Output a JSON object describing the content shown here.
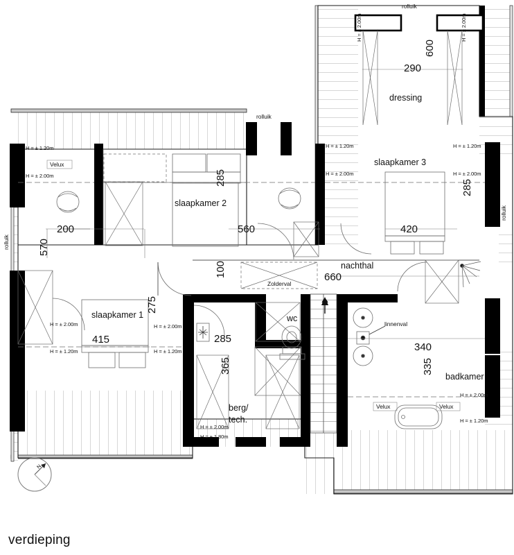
{
  "drawing": {
    "title": "verdieping",
    "type": "floor-plan",
    "language": "nl",
    "compass_label": "N"
  },
  "colors": {
    "wall_solid": "#000000",
    "line": "#1a1a1a",
    "thin_line": "#7a7a7a",
    "hatch": "#9a9a9a",
    "text": "#111111",
    "paper": "#ffffff"
  },
  "rooms": [
    {
      "id": "slaapkamer1",
      "label": "slaapkamer 1"
    },
    {
      "id": "slaapkamer2",
      "label": "slaapkamer 2"
    },
    {
      "id": "slaapkamer3",
      "label": "slaapkamer 3"
    },
    {
      "id": "dressing",
      "label": "dressing"
    },
    {
      "id": "badkamer",
      "label": "badkamer"
    },
    {
      "id": "nachthal",
      "label": "nachthal"
    },
    {
      "id": "wc",
      "label": "wc"
    },
    {
      "id": "bergtech_line1",
      "label": "berg/"
    },
    {
      "id": "bergtech_line2",
      "label": "tech."
    }
  ],
  "dimensions": {
    "slaapkamer1_width": "415",
    "slaapkamer1_depth": "275",
    "slaapkamer2_depth": "285",
    "slaapkamer2_width": "560",
    "slaapkamer3_width": "420",
    "slaapkamer3_depth": "285",
    "dressing_width": "290",
    "dressing_depth": "600",
    "badkamer_width": "340",
    "badkamer_depth": "335",
    "nachthal_width": "660",
    "left_wing_width": "200",
    "left_wing_depth": "570",
    "hall_narrow": "100",
    "wc_width": "285",
    "berg_depth": "365"
  },
  "height_notes": [
    {
      "id": "h120",
      "text": "H = ± 1.20m"
    },
    {
      "id": "h200",
      "text": "H = ± 2.00m"
    },
    {
      "id": "h180",
      "text": "H = ± 1.80m"
    }
  ],
  "feature_labels": {
    "velux": "Velux",
    "rolluik": "rolluik",
    "zolderval": "Zolderval",
    "linnenval": "linnenval"
  },
  "annotations": {
    "rolluik_top_center": "rolluik",
    "rolluik_top_right": "rolluik",
    "rolluik_left_edge": "rolluik",
    "rolluik_right_edge": "rolluik",
    "velux_left": "Velux",
    "velux_bath_a": "Velux",
    "velux_bath_b": "Velux"
  }
}
